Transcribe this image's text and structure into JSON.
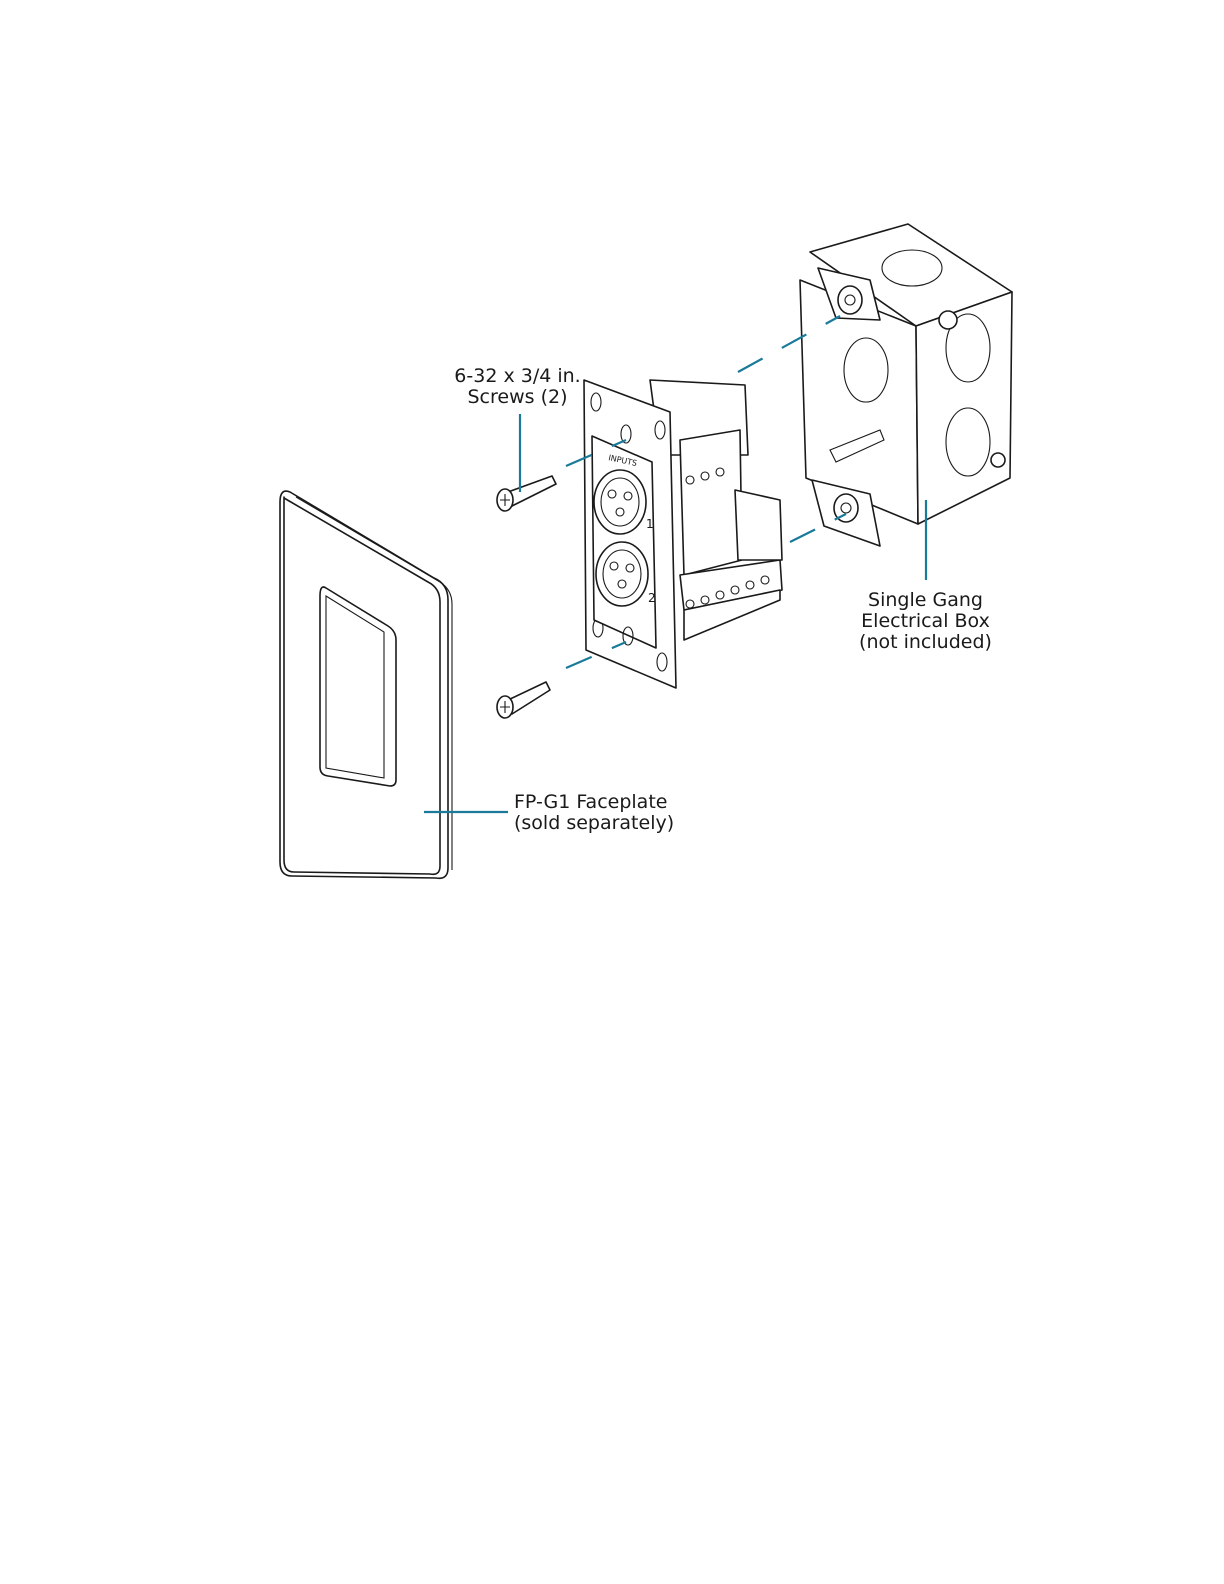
{
  "callouts": {
    "screws": {
      "line1": "6-32 x 3/4 in.",
      "line2": "Screws (2)"
    },
    "electrical_box": {
      "line1": "Single Gang",
      "line2": "Electrical Box",
      "line3": "(not included)"
    },
    "faceplate": {
      "line1": "FP-G1 Faceplate",
      "line2": "(sold separately)"
    }
  },
  "device_labels": {
    "inputs": "INPUTS",
    "jack_1": "1",
    "jack_2": "2"
  },
  "colors": {
    "leader_line": "#1a7a9a",
    "outline": "#1a1a1a",
    "background": "#ffffff"
  }
}
